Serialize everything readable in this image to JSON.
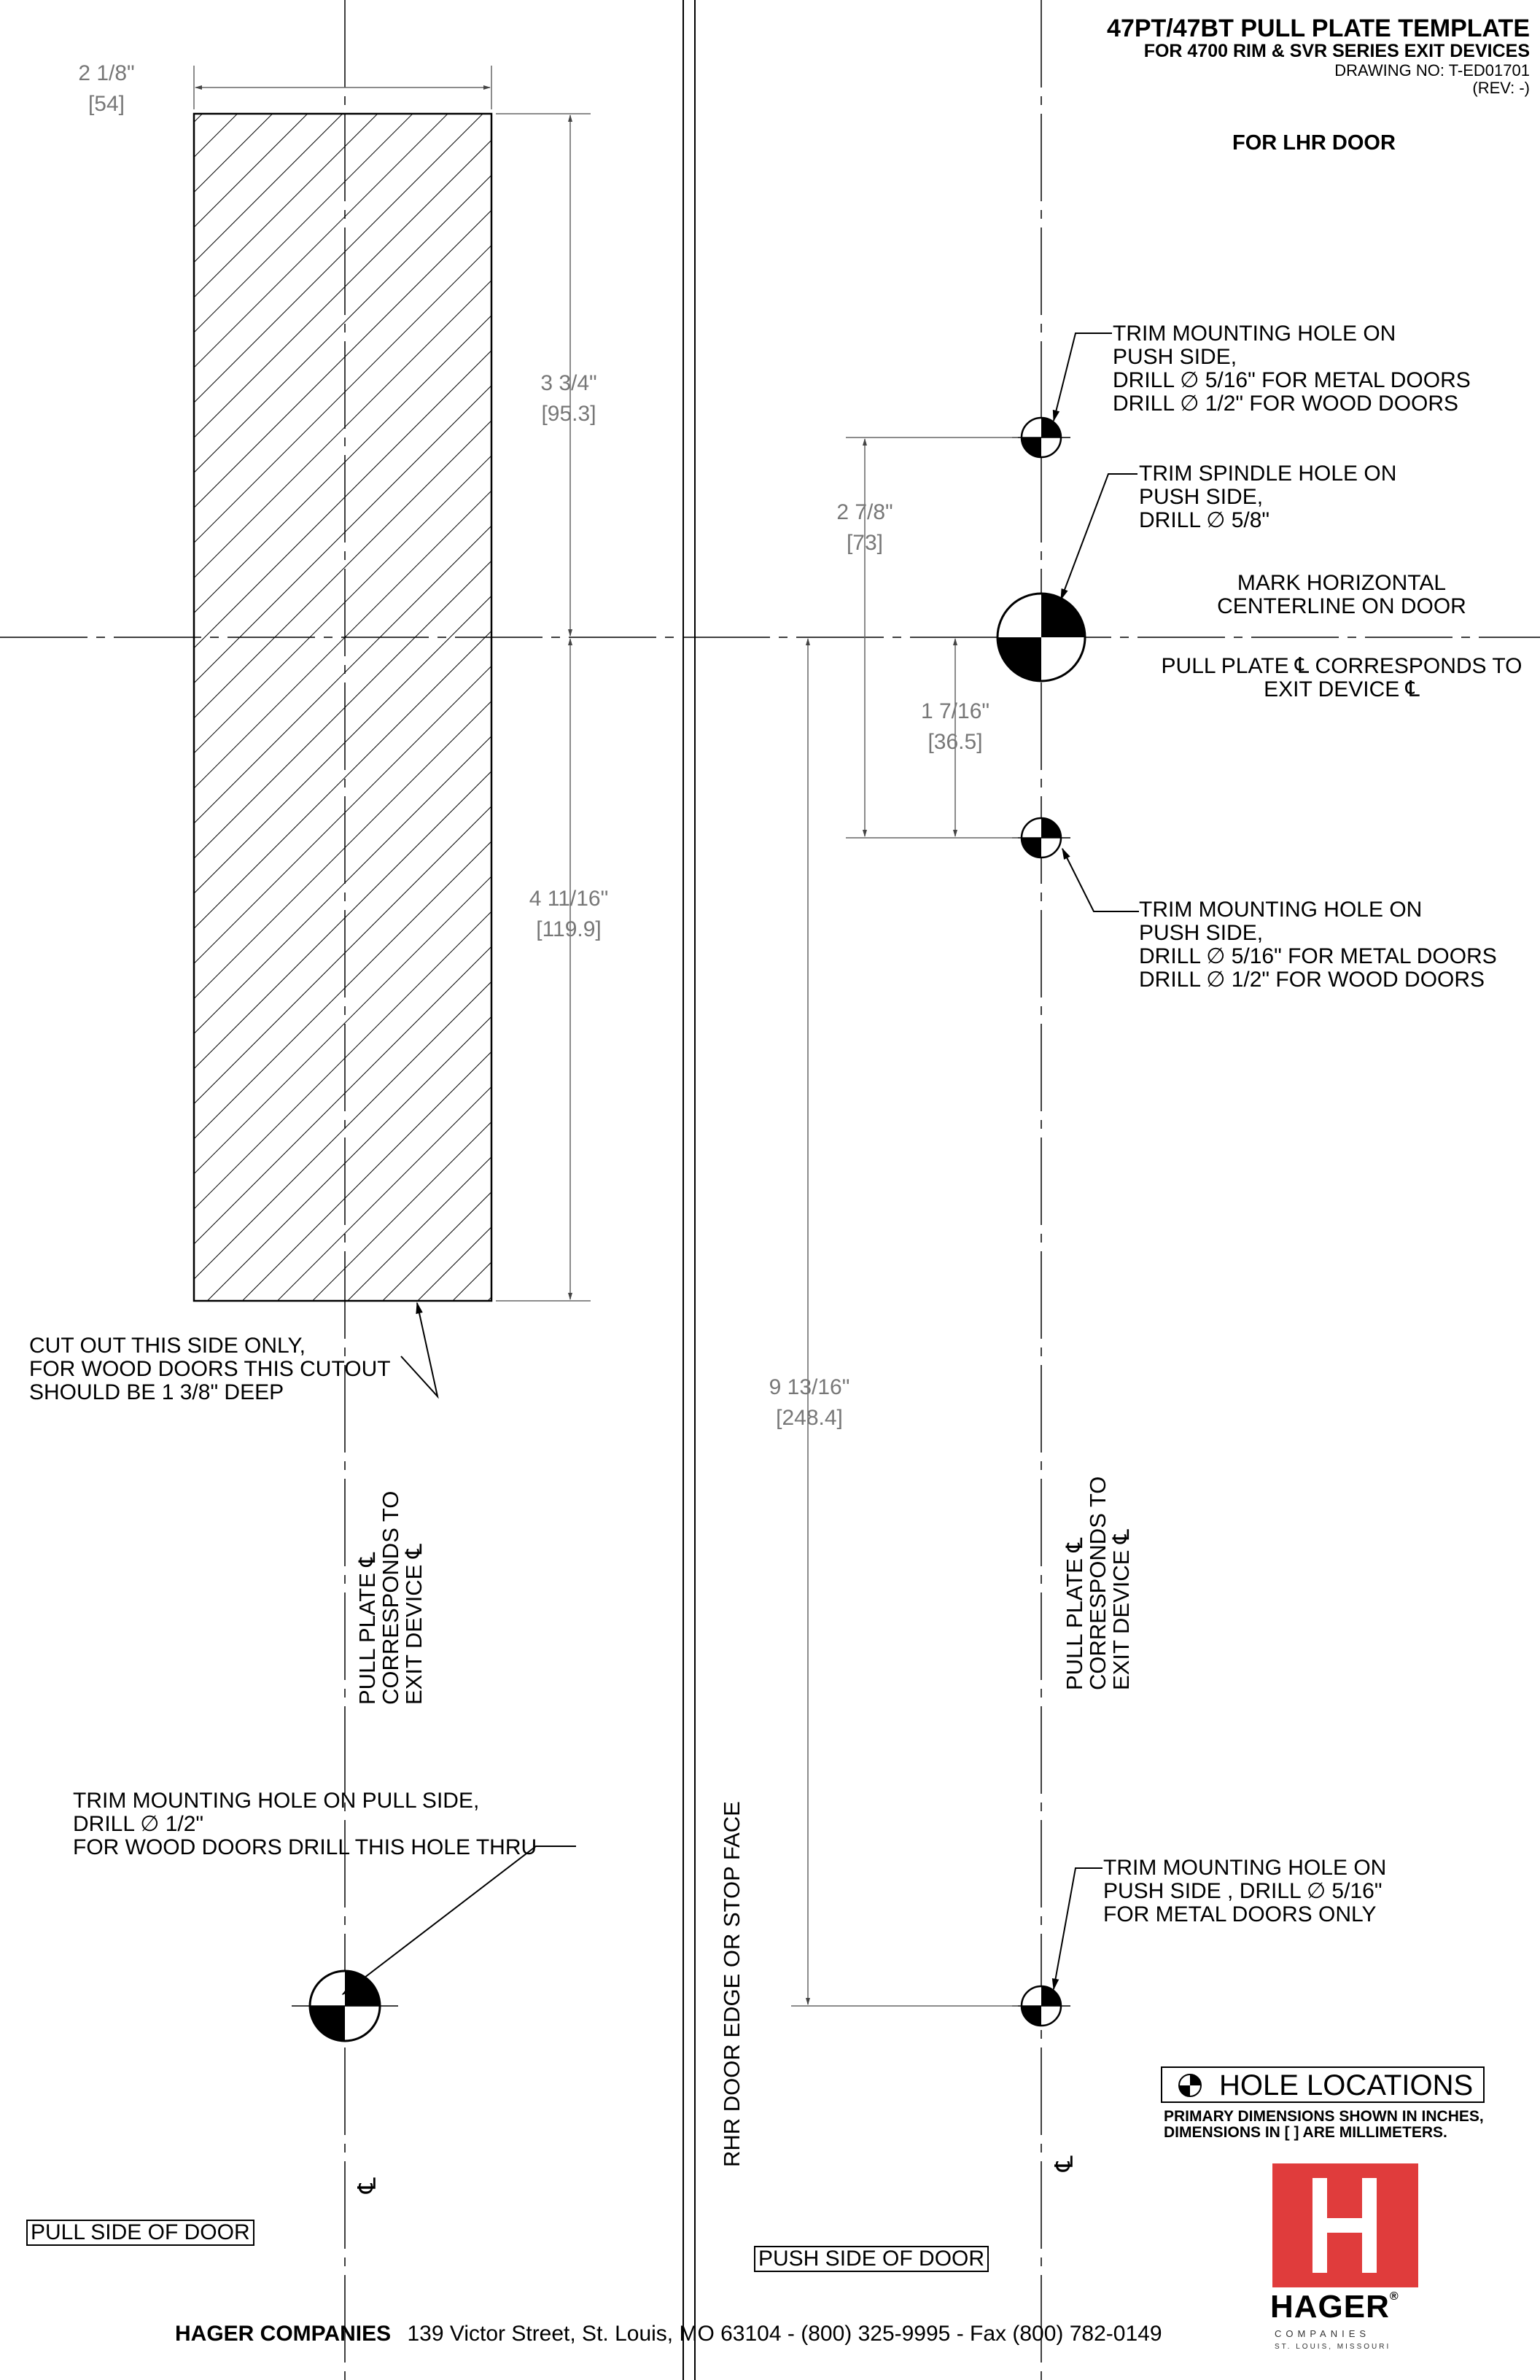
{
  "title_block": {
    "title": "47PT/47BT PULL PLATE TEMPLATE",
    "subtitle": "FOR  4700 RIM & SVR SERIES EXIT DEVICES",
    "drawing_no": "DRAWING NO:  T-ED01701",
    "rev": "(REV: -)",
    "door_hand": "FOR LHR DOOR"
  },
  "dimensions": {
    "width": {
      "in": "2 1/8\"",
      "mm": "[54]"
    },
    "upper": {
      "in": "3 3/4\"",
      "mm": "[95.3]"
    },
    "lower": {
      "in": "4 11/16\"",
      "mm": "[119.9]"
    },
    "spindle_to_top_hole": {
      "in": "2 7/8\"",
      "mm": "[73]"
    },
    "spindle_to_bottom_hole": {
      "in": "1 7/16\"",
      "mm": "[36.5]"
    },
    "bottom_hole_spacing": {
      "in": "9 13/16\"",
      "mm": "[248.4]"
    }
  },
  "notes": {
    "top_mount": [
      "TRIM MOUNTING HOLE ON",
      "PUSH SIDE,",
      "DRILL ∅ 5/16\" FOR METAL DOORS",
      "DRILL ∅ 1/2\" FOR WOOD DOORS"
    ],
    "spindle": [
      "TRIM SPINDLE HOLE ON",
      "PUSH SIDE,",
      "DRILL ∅ 5/8\""
    ],
    "mark_centerline": [
      "MARK HORIZONTAL",
      "CENTERLINE ON DOOR"
    ],
    "pull_plate_cl": [
      "PULL PLATE ℄ CORRESPONDS TO",
      "EXIT DEVICE ℄"
    ],
    "bottom_mount": [
      "TRIM MOUNTING HOLE ON",
      "PUSH SIDE,",
      "DRILL ∅ 5/16\" FOR METAL DOORS",
      "DRILL ∅ 1/2\" FOR WOOD DOORS"
    ],
    "cutout": [
      "CUT OUT THIS SIDE ONLY,",
      "FOR WOOD DOORS THIS CUTOUT",
      "SHOULD BE 1 3/8\" DEEP"
    ],
    "pull_side_hole": [
      "TRIM MOUNTING HOLE ON PULL SIDE,",
      "DRILL ∅ 1/2\"",
      "FOR WOOD DOORS DRILL THIS HOLE THRU"
    ],
    "metal_only_hole": [
      "TRIM MOUNTING HOLE ON",
      "PUSH SIDE , DRILL ∅ 5/16\"",
      "FOR METAL DOORS ONLY"
    ],
    "vertical_cl_left": [
      "PULL PLATE ℄",
      "CORRESPONDS TO",
      "EXIT DEVICE ℄"
    ],
    "vertical_cl_right": [
      "PULL PLATE ℄",
      "CORRESPONDS TO",
      "EXIT DEVICE ℄"
    ],
    "door_edge": "RHR DOOR EDGE OR STOP FACE",
    "cl_symbol": "℄"
  },
  "labels": {
    "pull_side": "PULL SIDE OF DOOR",
    "push_side": "PUSH SIDE OF DOOR"
  },
  "legend": {
    "title": "HOLE LOCATIONS",
    "note_line1": "PRIMARY DIMENSIONS SHOWN IN INCHES,",
    "note_line2": "DIMENSIONS IN [ ] ARE MILLIMETERS."
  },
  "footer": {
    "company": "HAGER COMPANIES",
    "address": "139 Victor Street, St. Louis, MO 63104 - (800) 325-9995 - Fax (800) 782-0149"
  },
  "logo": {
    "name": "HAGER",
    "registered": "®",
    "sub": "COMPANIES",
    "sub2": "ST. LOUIS, MISSOURI",
    "color": "#e03c3c"
  }
}
